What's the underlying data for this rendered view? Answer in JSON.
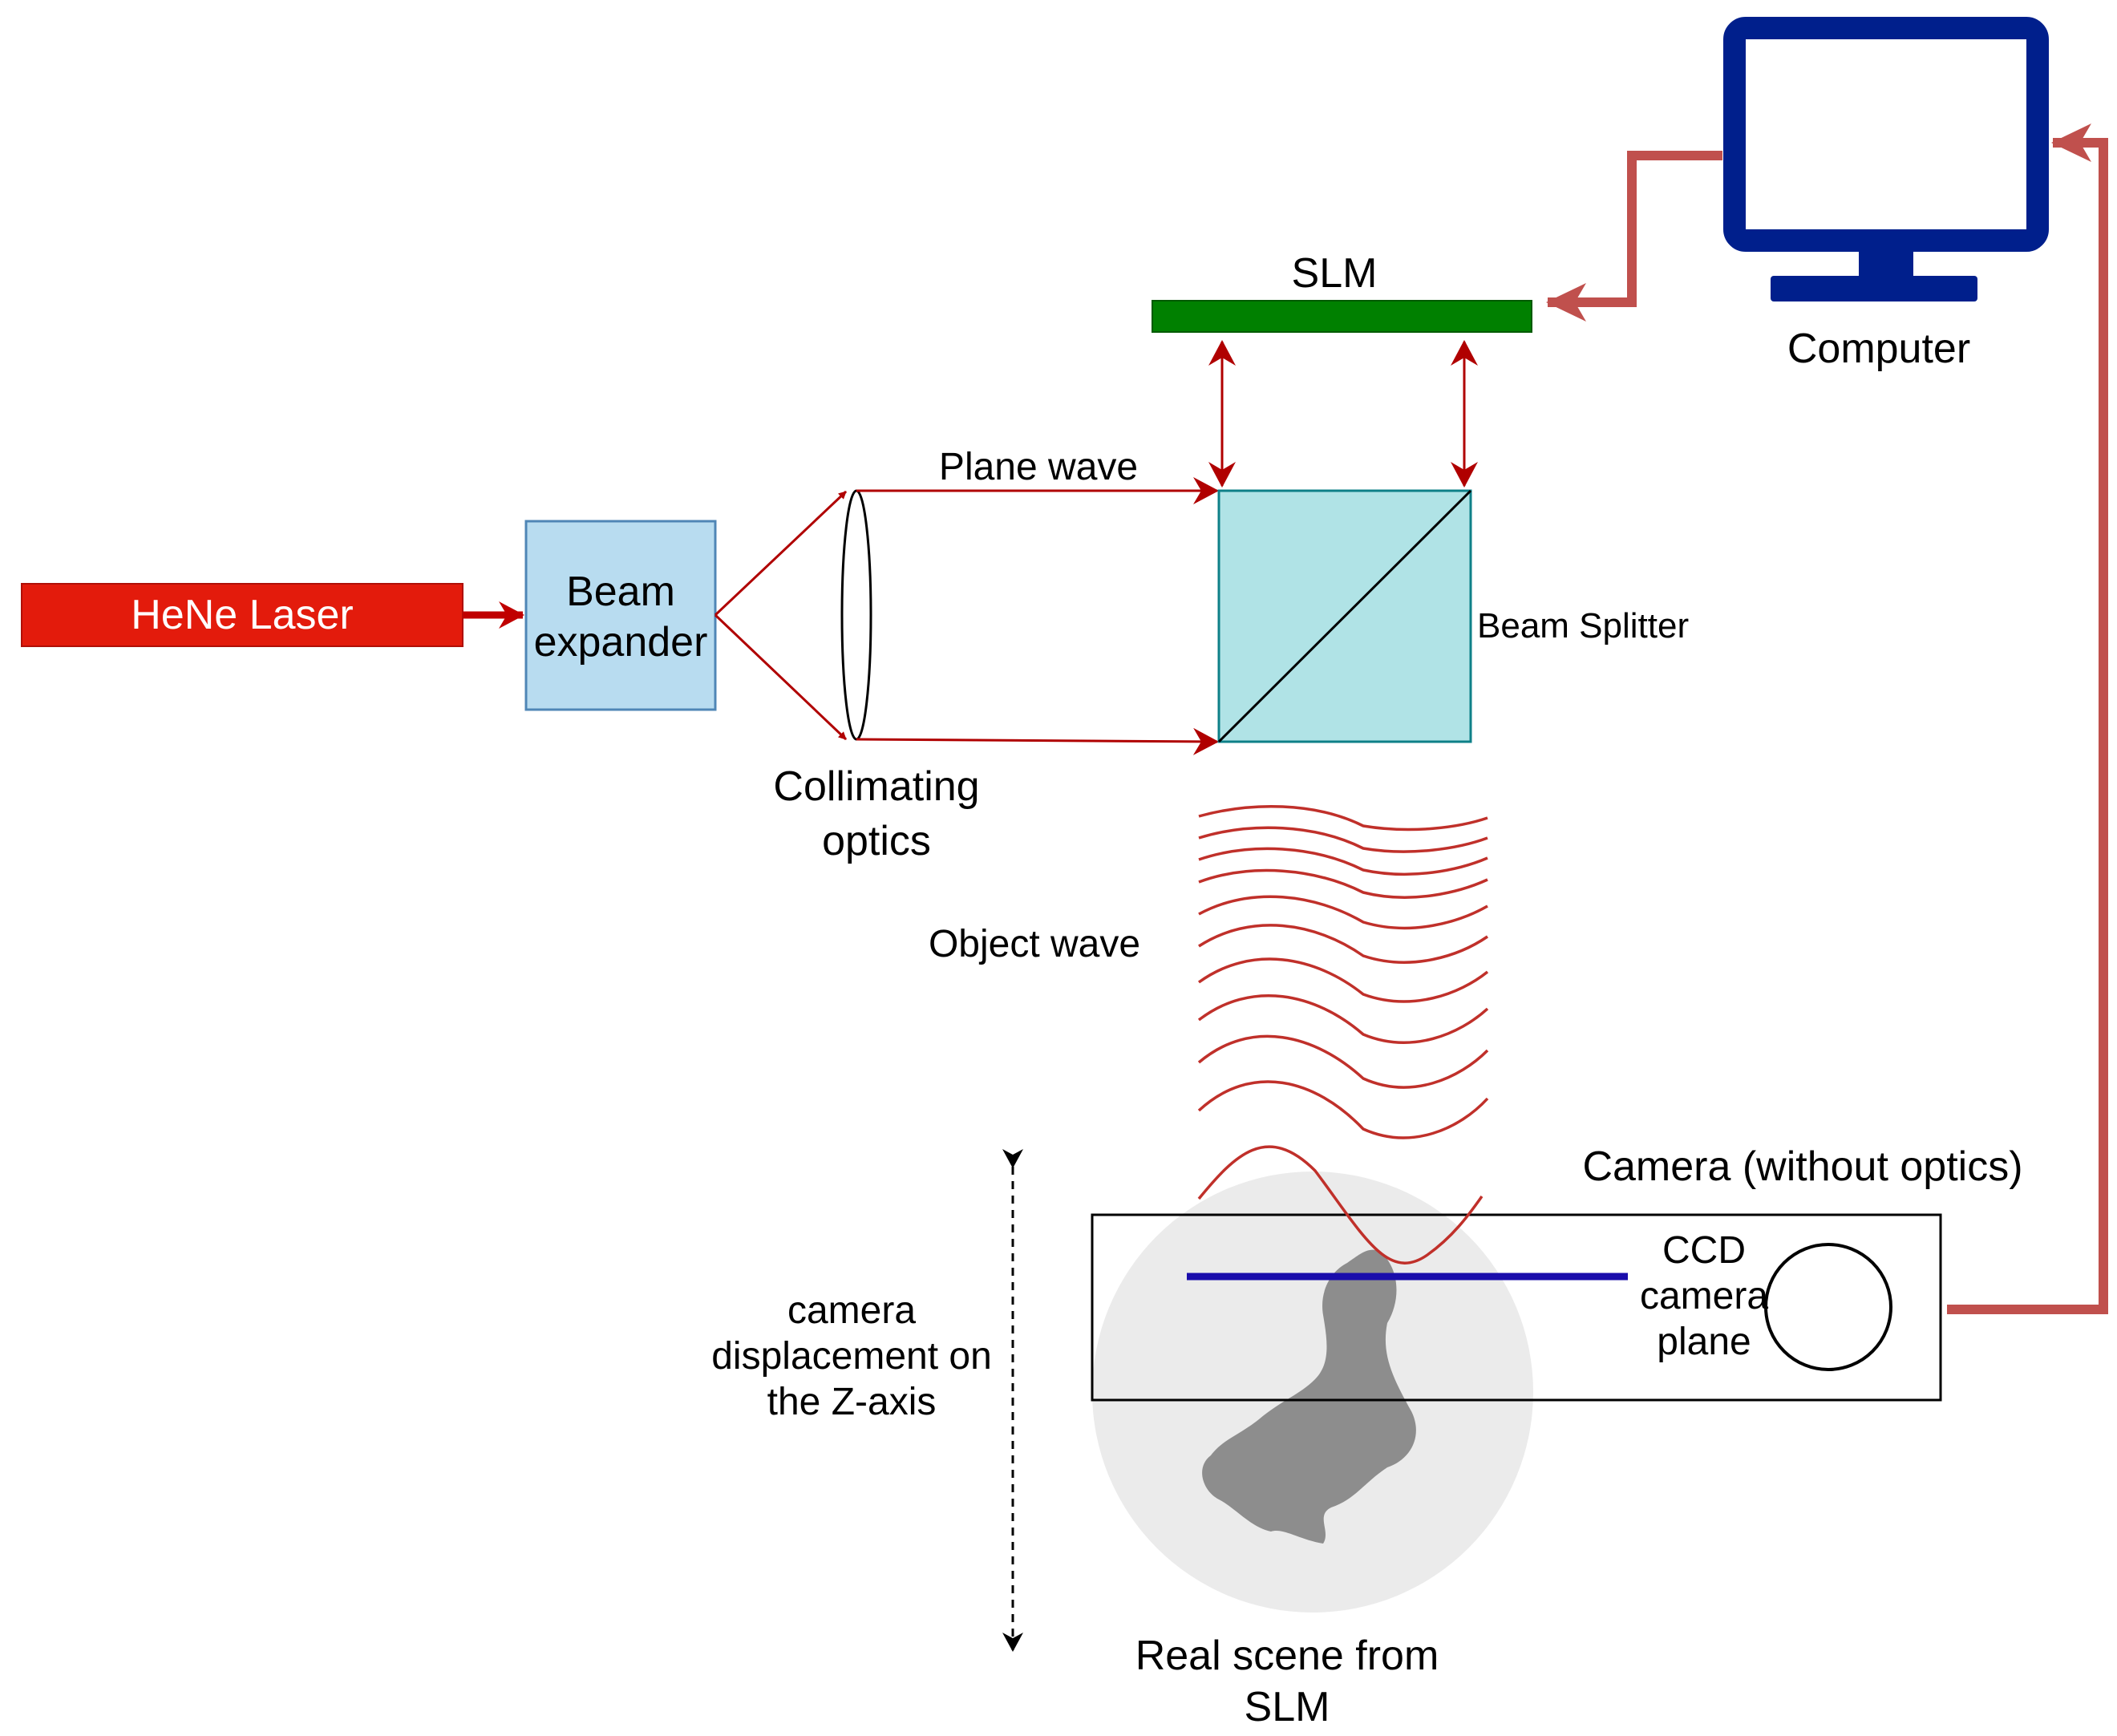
{
  "diagram": {
    "laser_label": "HeNe Laser",
    "beam_expander_label": [
      "Beam",
      "expander"
    ],
    "collimating_label": [
      "Collimating",
      "optics"
    ],
    "plane_wave_label": "Plane wave",
    "slm_label": "SLM",
    "beam_splitter_label": "Beam Splitter",
    "computer_label": "Computer",
    "object_wave_label": "Object wave",
    "camera_label": "Camera (without optics)",
    "ccd_label": [
      "CCD",
      "camera",
      "plane"
    ],
    "displacement_label": [
      "camera",
      "displacement on",
      "the Z-axis"
    ],
    "scene_label": [
      "Real scene from",
      "SLM"
    ]
  },
  "colors": {
    "laser": "#e31b0c",
    "beam_line": "#b00000",
    "expander_fill": "#b8dcf0",
    "splitter_fill": "#b0e3e6",
    "slm": "#008000",
    "computer": "#001f8c",
    "connector": "#c0504d",
    "ccd_plane": "#1a0dab",
    "scene": "#e8e8e8"
  }
}
